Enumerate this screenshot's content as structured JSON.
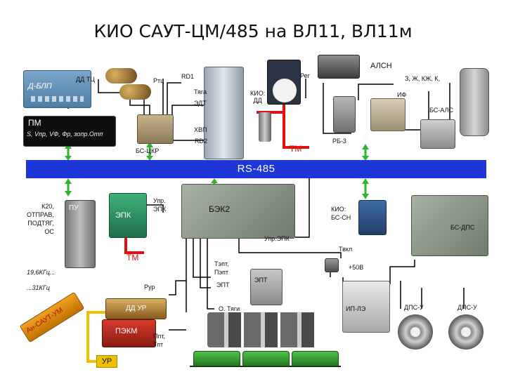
{
  "title": "КИО САУТ-ЦМ/485 на ВЛ11, ВЛ11м",
  "bus": {
    "label": "RS-485"
  },
  "labels": {
    "dd_tc": "ДД ТЦ",
    "rtc": "Ртц",
    "rd1": "RD1",
    "tyaga": "Тяга",
    "edt": "ЭДТ",
    "hvp": "ХВП",
    "rd2": "RD2",
    "kio_dd": "КИО:\nДД",
    "rpeg": "Рег",
    "alsn": "АЛСН",
    "z_zh_kzh_k": "З, Ж, КЖ, К,",
    "if": "ИФ",
    "bs_als": "БС-АЛС",
    "rb3": "РБ-3",
    "bs_ckr": "БС-ЦКР",
    "tm_top": "ТМ",
    "k20": "К20,\nОТПРАВ,\nПОДТЯГ,\nОС",
    "upr_epk": "Упр.\nЭПК",
    "kio_bssn": "КИО:\nБС-СН",
    "upr_epk2": "Упр.ЭПК",
    "tvkl": "Твкл",
    "plus50": "+50В",
    "freq1": "19,6КГц...",
    "freq2": "...31КГц",
    "rur": "Рур",
    "tept": "Тэпт,\nПэпт",
    "ept_label": "ЭПТ",
    "o_tyagi": "О. Тяги",
    "ppt": "Ппт,\nТпт",
    "dps1": "ДПС-У",
    "dps2": "ДПС-У",
    "tm_bottom": "ТМ"
  },
  "devices": {
    "d_blp": "Д-БЛП",
    "pm": "ПМ",
    "pm_params": "S, Vпр, VФ, Фр, зопр.Отп",
    "pu": "ПУ",
    "epk": "ЭПК",
    "bek2": "БЭК2",
    "bs_dps": "БС-ДПС",
    "ip_le": "ИП-ЛЭ",
    "ept": "ЭПТ",
    "dd_ur": "ДД УР",
    "pekm": "ПЭКМ",
    "ur": "УР",
    "an_saut": "Ан-САУТ-УМ"
  },
  "colors": {
    "bus": "#1e35d8",
    "red_line": "#e01010",
    "yellow_line": "#f0c000",
    "green_arrow": "#2db52d",
    "wire": "#000000"
  }
}
